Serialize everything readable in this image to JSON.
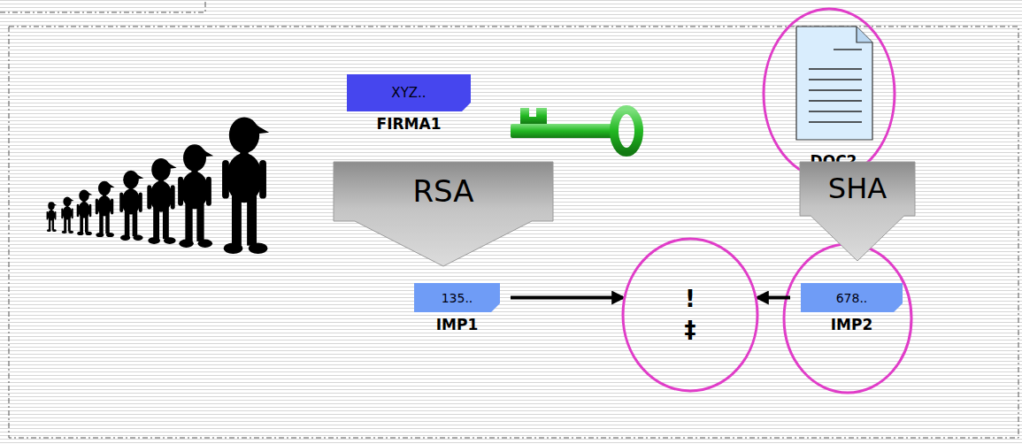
{
  "diagram": {
    "nodes": [
      {
        "text": [
          "XYZ..",
          "FIRMA1"
        ]
      },
      {
        "text": [
          "DOC2"
        ]
      },
      {
        "text": [
          "RSA"
        ]
      },
      {
        "text": [
          "SHA"
        ]
      },
      {
        "text": [
          "135..",
          "IMP1"
        ]
      },
      {
        "text": [
          "!",
          "‡"
        ]
      },
      {
        "text": [
          "678..",
          "IMP2"
        ]
      }
    ],
    "edges": [
      {
        "from": 4,
        "to": 5,
        "arrow": "to"
      },
      {
        "from": 6,
        "to": 5,
        "arrow": "to"
      }
    ]
  }
}
